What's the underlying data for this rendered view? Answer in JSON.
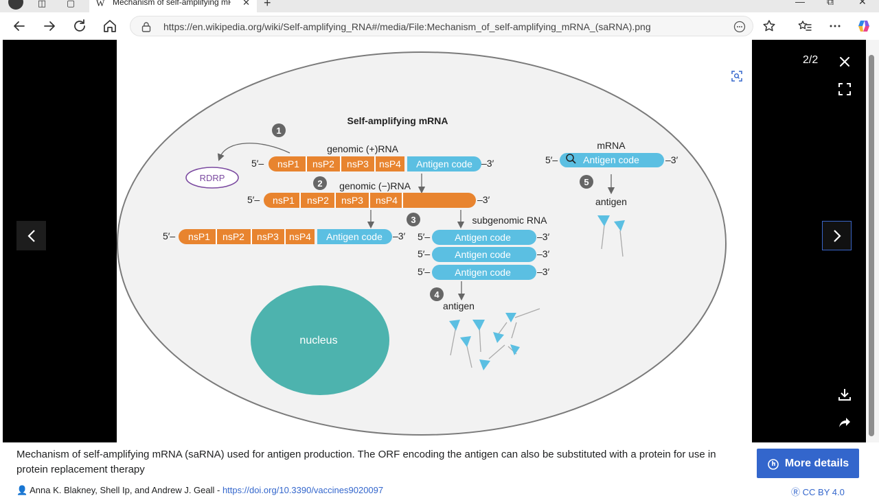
{
  "browser": {
    "tab_title": "Mechanism of self-amplifying mR",
    "tab_favicon": "W",
    "url": "https://en.wikipedia.org/wiki/Self-amplifying_RNA#/media/File:Mechanism_of_self-amplifying_mRNA_(saRNA).png"
  },
  "viewer": {
    "counter": "2/2"
  },
  "diagram": {
    "title": "Self-amplifying mRNA",
    "steps": [
      "1",
      "2",
      "3",
      "4",
      "5"
    ],
    "rdrp": "RDRP",
    "genomic_plus": "genomic (+)RNA",
    "genomic_minus": "genomic (−)RNA",
    "subgenomic": "subgenomic RNA",
    "mrna": "mRNA",
    "antigen": "antigen",
    "nucleus": "nucleus",
    "nsp": [
      "nsP1",
      "nsP2",
      "nsP3",
      "nsP4"
    ],
    "antigen_code": "Antigen code",
    "end5": "5′",
    "end3": "3′",
    "dash5": "5′–",
    "dash3": "–3′",
    "colors": {
      "orange": "#e8842f",
      "blue": "#5bbfe2",
      "teal": "#4db3ae",
      "purple": "#7b4aa0",
      "cell": "#f2f2f2"
    }
  },
  "caption": {
    "text": "Mechanism of self-amplifying mRNA (saRNA) used for antigen production. The ORF encoding the antigen can also be substituted with a protein for use in protein replacement therapy",
    "details_button": "More details",
    "author": "Anna K. Blakney, Shell Ip, and Andrew J. Geall - ",
    "source_link": "https://doi.org/10.3390/vaccines9020097",
    "license": "CC BY 4.0"
  }
}
